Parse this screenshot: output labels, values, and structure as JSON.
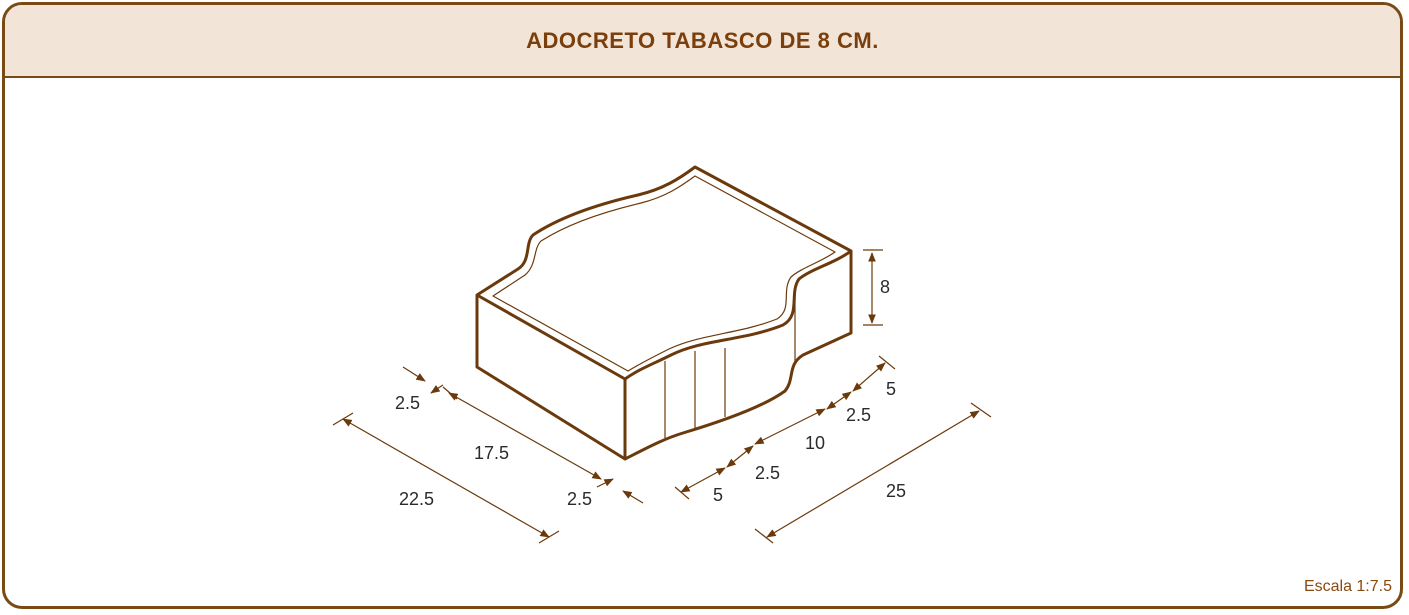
{
  "title": "ADOCRETO TABASCO DE 8 CM.",
  "scale": "Escala 1:7.5",
  "dimensions": {
    "height": "8",
    "right_end": "5",
    "right_inner": "2.5",
    "right_center": "10",
    "front_inner": "2.5",
    "front_end": "5",
    "total_length": "25",
    "top_offset": "2.5",
    "side_length": "17.5",
    "bottom_offset": "2.5",
    "total_width": "22.5"
  },
  "colors": {
    "stroke": "#6b3a0c",
    "header_bg": "#f2e4d7",
    "title": "#7a3f0c"
  }
}
